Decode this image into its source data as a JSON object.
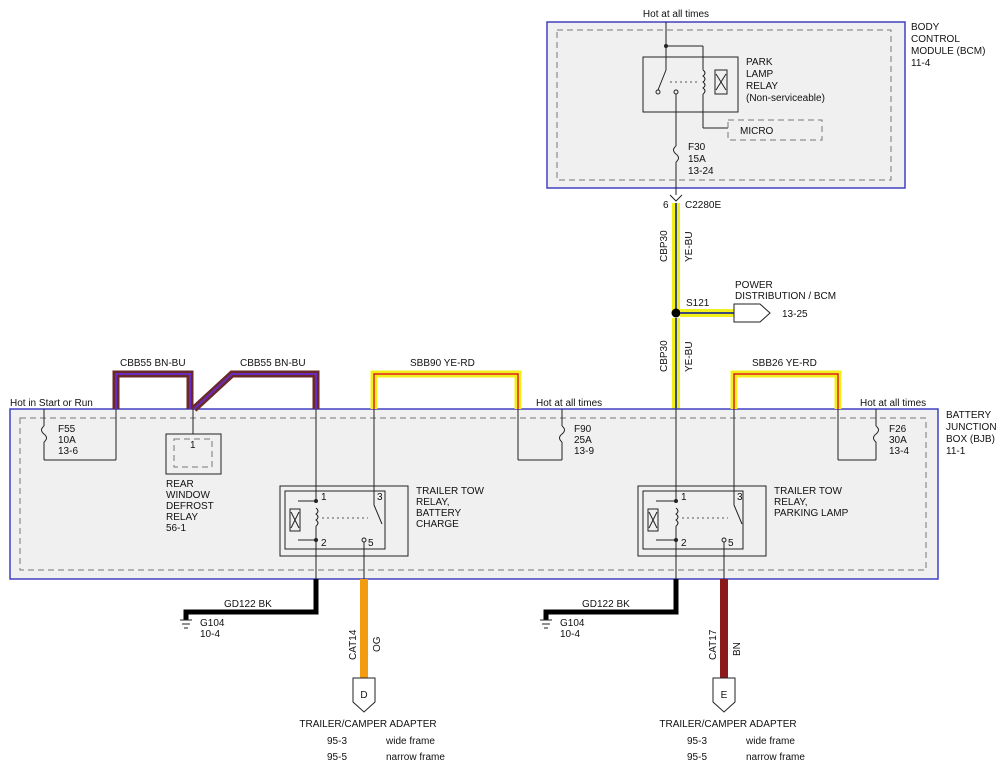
{
  "bcm": {
    "hot_label": "Hot at all times",
    "module_name": [
      "BODY",
      "CONTROL",
      "MODULE (BCM)",
      "11-4"
    ],
    "relay_name": [
      "PARK",
      "LAMP",
      "RELAY",
      "(Non-serviceable)"
    ],
    "micro_label": "MICRO",
    "fuse": [
      "F30",
      "15A",
      "13-24"
    ]
  },
  "connector": {
    "pin": "6",
    "name": "C2280E"
  },
  "wires": {
    "cbp30_upper": {
      "circuit": "CBP30",
      "color": "YE-BU"
    },
    "cbp30_lower": {
      "circuit": "CBP30",
      "color": "YE-BU"
    },
    "cbb55_left": {
      "label": "CBB55   BN-BU"
    },
    "cbb55_right": {
      "label": "CBB55   BN-BU"
    },
    "sbb90": {
      "label": "SBB90   YE-RD"
    },
    "sbb26": {
      "label": "SBB26   YE-RD"
    },
    "gd122_left": {
      "label": "GD122   BK"
    },
    "gd122_right": {
      "label": "GD122   BK"
    },
    "cat14": {
      "circuit": "CAT14",
      "color": "OG"
    },
    "cat17": {
      "circuit": "CAT17",
      "color": "BN"
    }
  },
  "splice": {
    "name": "S121",
    "destination": [
      "POWER",
      "DISTRIBUTION / BCM"
    ],
    "page": "13-25"
  },
  "bjb": {
    "module_name": [
      "BATTERY",
      "JUNCTION",
      "BOX (BJB)",
      "11-1"
    ],
    "hot_start_run": "Hot in Start or Run",
    "hot_all_times_1": "Hot at all times",
    "hot_all_times_2": "Hot at all times",
    "fuse_f55": [
      "F55",
      "10A",
      "13-6"
    ],
    "fuse_f90": [
      "F90",
      "25A",
      "13-9"
    ],
    "fuse_f26": [
      "F26",
      "30A",
      "13-4"
    ],
    "defrost_pin": "1",
    "defrost_relay": [
      "REAR",
      "WINDOW",
      "DEFROST",
      "RELAY",
      "56-1"
    ],
    "relay_charge": [
      "TRAILER TOW",
      "RELAY,",
      "BATTERY",
      "CHARGE"
    ],
    "relay_parking": [
      "TRAILER TOW",
      "RELAY,",
      "PARKING LAMP"
    ],
    "relay_pins": [
      "1",
      "2",
      "3",
      "5"
    ]
  },
  "grounds": {
    "left": {
      "name": "G104",
      "page": "10-4"
    },
    "right": {
      "name": "G104",
      "page": "10-4"
    }
  },
  "adapters": {
    "left": {
      "letter": "D",
      "title": "TRAILER/CAMPER ADAPTER",
      "rows": [
        {
          "page": "95-3",
          "desc": "wide frame"
        },
        {
          "page": "95-5",
          "desc": "narrow frame"
        }
      ]
    },
    "right": {
      "letter": "E",
      "title": "TRAILER/CAMPER ADAPTER",
      "rows": [
        {
          "page": "95-3",
          "desc": "wide frame"
        },
        {
          "page": "95-5",
          "desc": "narrow frame"
        }
      ]
    }
  },
  "colors": {
    "yellow": "#f3ef1a",
    "yellow_blue_stripe": "#3a4a7a",
    "red_stripe": "#e02020",
    "brown": "#6b2a2a",
    "purple_blue": "#6a2cc0",
    "orange": "#f39c12",
    "brown_bn": "#8b1a1a",
    "black": "#000000",
    "module_border": "#4040c0"
  }
}
